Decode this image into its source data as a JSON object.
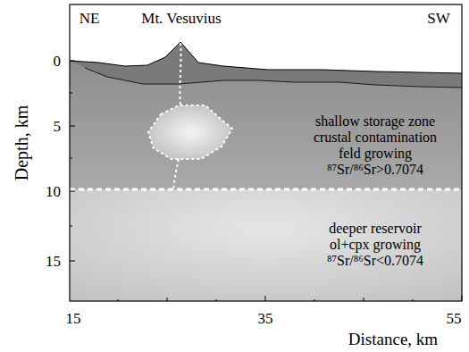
{
  "diagram": {
    "nodes": [
      {
        "text": [
          "shallow storage zone",
          "crustal contamination",
          "feld growing",
          "⁸⁷Sr/⁸⁶Sr>0.7074"
        ]
      },
      {
        "text": [
          "deeper reservoir",
          "ol+cpx growing",
          "⁸⁷Sr/⁸⁶Sr<0.7074"
        ]
      }
    ],
    "labels": [
      "NE",
      "Mt. Vesuvius",
      "SW",
      "0",
      "5",
      "10",
      "15",
      "Depth, km",
      "15",
      "35",
      "55",
      "Distance, km"
    ]
  }
}
